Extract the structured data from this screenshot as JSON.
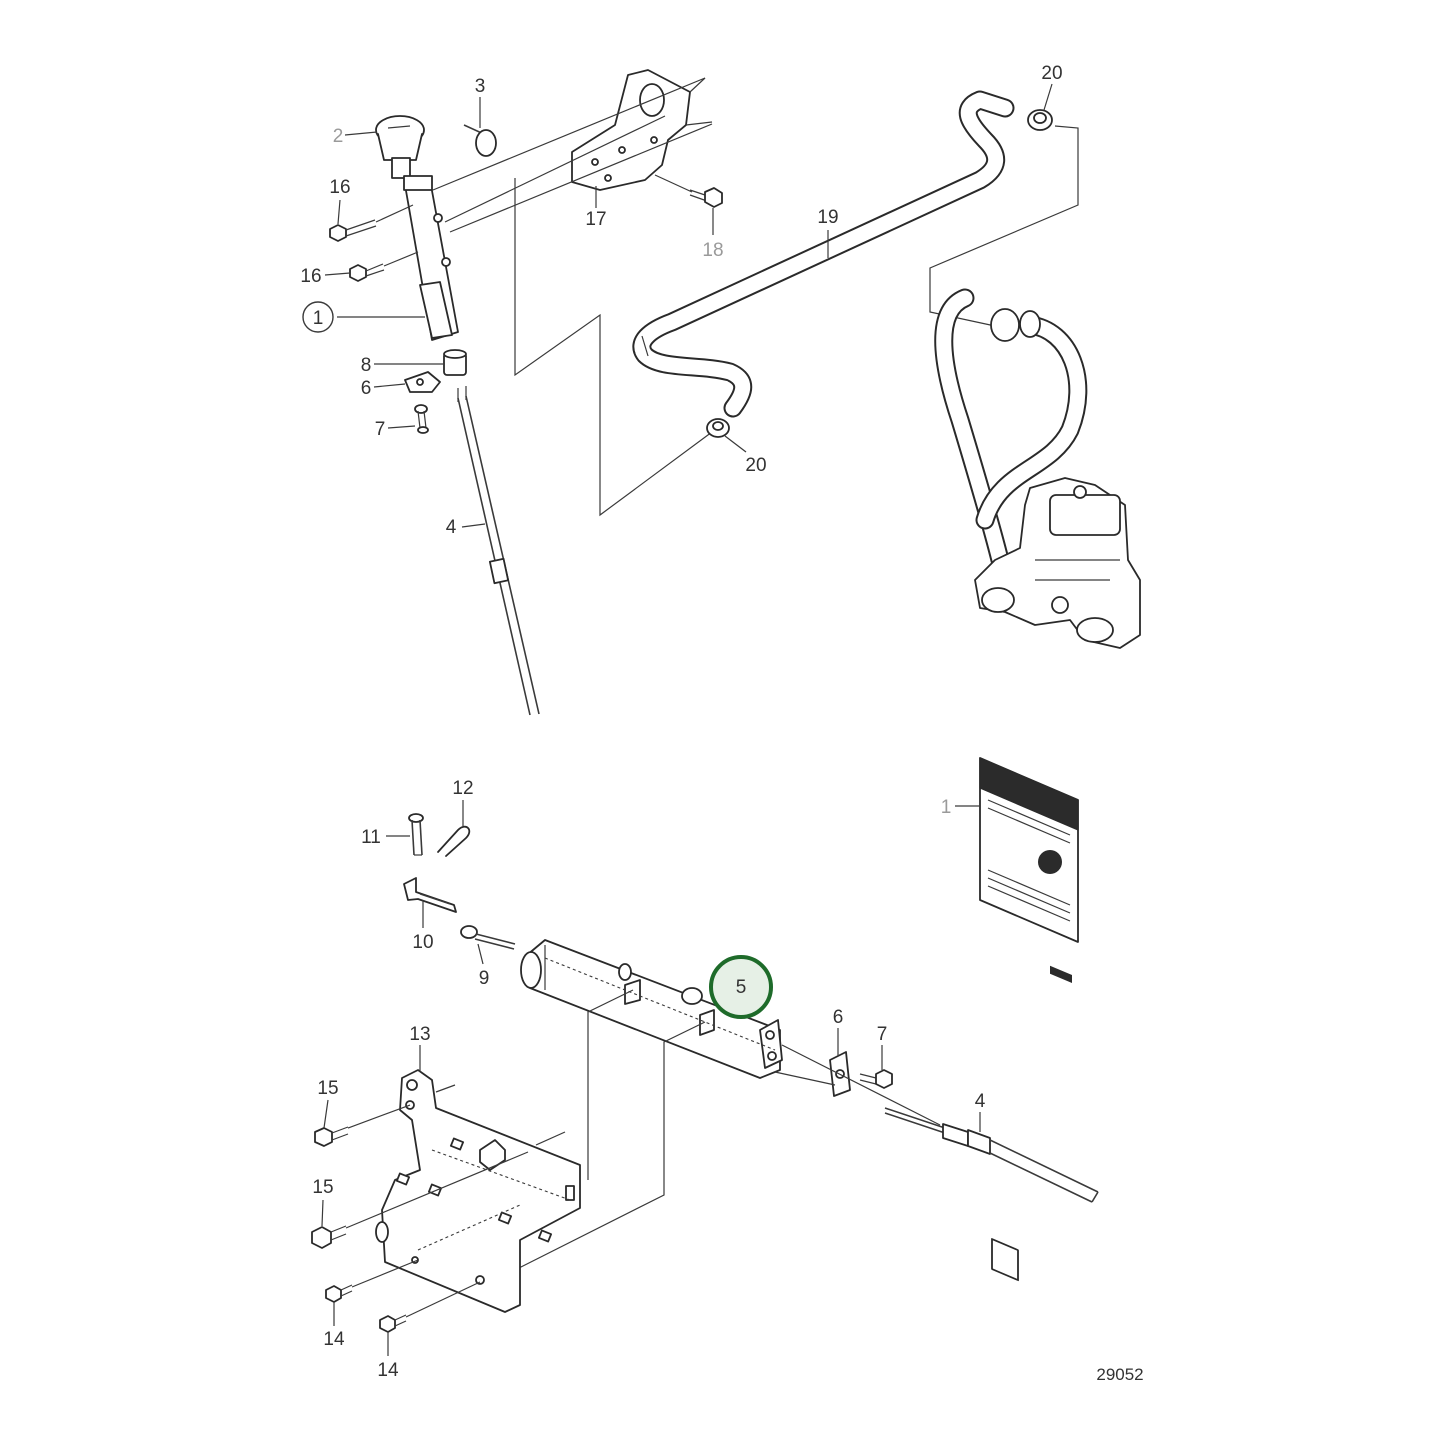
{
  "figure_number": "29052",
  "highlighted_callout": {
    "label": "5",
    "ring_color": "#1e6b2a",
    "fill_color": "#e6f0e6"
  },
  "callouts": {
    "c20_top": "20",
    "c3": "3",
    "c2": "2",
    "c16_a": "16",
    "c16_b": "16",
    "c1_circled": "1",
    "c17": "17",
    "c18": "18",
    "c19": "19",
    "c8": "8",
    "c6_top": "6",
    "c7_top": "7",
    "c20_bottom": "20",
    "c4_top": "4",
    "c12": "12",
    "c11": "11",
    "c10": "10",
    "c9": "9",
    "c1_manual": "1",
    "c6_bottom": "6",
    "c7_bottom": "7",
    "c13": "13",
    "c15_a": "15",
    "c15_b": "15",
    "c4_bottom": "4",
    "c14_a": "14",
    "c14_b": "14"
  },
  "colors": {
    "line": "#2a2a2a",
    "label": "#333333",
    "label_muted": "#9a9a9a"
  }
}
